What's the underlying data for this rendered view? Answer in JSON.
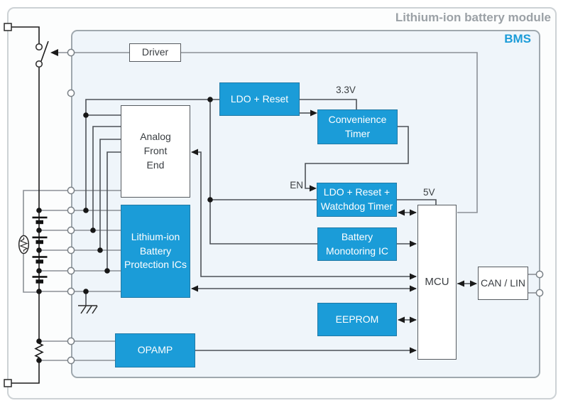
{
  "header": {
    "title": "Lithium-ion battery module",
    "bms_label": "BMS"
  },
  "net_labels": {
    "v33": "3.3V",
    "en": "EN",
    "v5": "5V"
  },
  "blocks": {
    "driver": {
      "label": "Driver"
    },
    "analog_front_end": {
      "line1": "Analog",
      "line2": "Front",
      "line3": "End"
    },
    "ldo_reset": {
      "label": "LDO + Reset"
    },
    "convenience_timer": {
      "line1": "Convenience",
      "line2": "Timer"
    },
    "ldo_reset_watchdog": {
      "line1": "LDO + Reset +",
      "line2": "Watchdog Timer"
    },
    "battery_monitoring_ic": {
      "line1": "Battery",
      "line2": "Monotoring IC"
    },
    "protection_ics": {
      "line1": "Lithium-ion",
      "line2": "Battery",
      "line3": "Protection ICs"
    },
    "eeprom": {
      "label": "EEPROM"
    },
    "opamp": {
      "label": "OPAMP"
    },
    "mcu": {
      "label": "MCU"
    },
    "can_lin": {
      "label": "CAN / LIN"
    }
  },
  "colors": {
    "accent_blue": "#1b9cd8",
    "title_gray": "#9ba1a6",
    "bms_fill": "#eff5fa",
    "wire_gray": "#8b9096",
    "wire_dark": "#4d5257"
  }
}
